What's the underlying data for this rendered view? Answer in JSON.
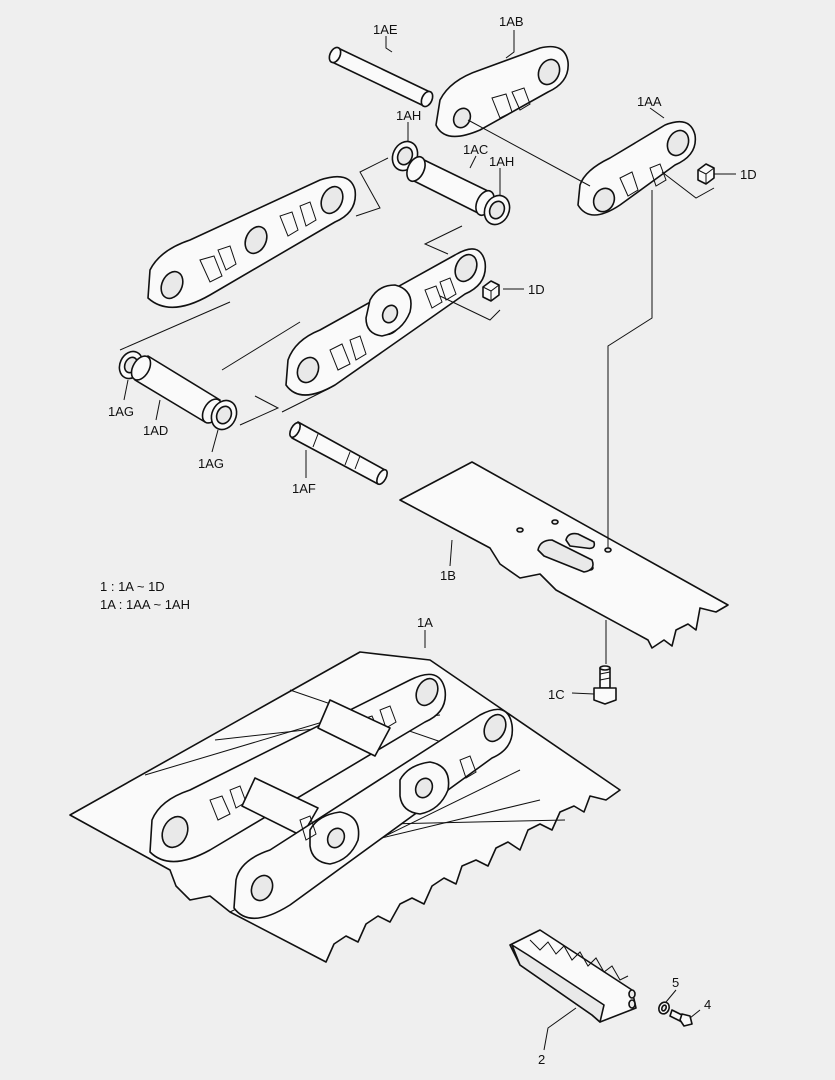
{
  "labels": {
    "l1AE": "1AE",
    "l1AB": "1AB",
    "l1AH_a": "1AH",
    "l1AA": "1AA",
    "l1AC": "1AC",
    "l1AH_b": "1AH",
    "l1D_a": "1D",
    "l1D_b": "1D",
    "l1AG_a": "1AG",
    "l1AD": "1AD",
    "l1AG_b": "1AG",
    "l1AF": "1AF",
    "l1B": "1B",
    "l1A": "1A",
    "l1C": "1C",
    "l5": "5",
    "l4": "4",
    "l2": "2"
  },
  "legend": {
    "line1": "1 : 1A ~ 1D",
    "line2": "1A : 1AA ~ 1AH"
  }
}
